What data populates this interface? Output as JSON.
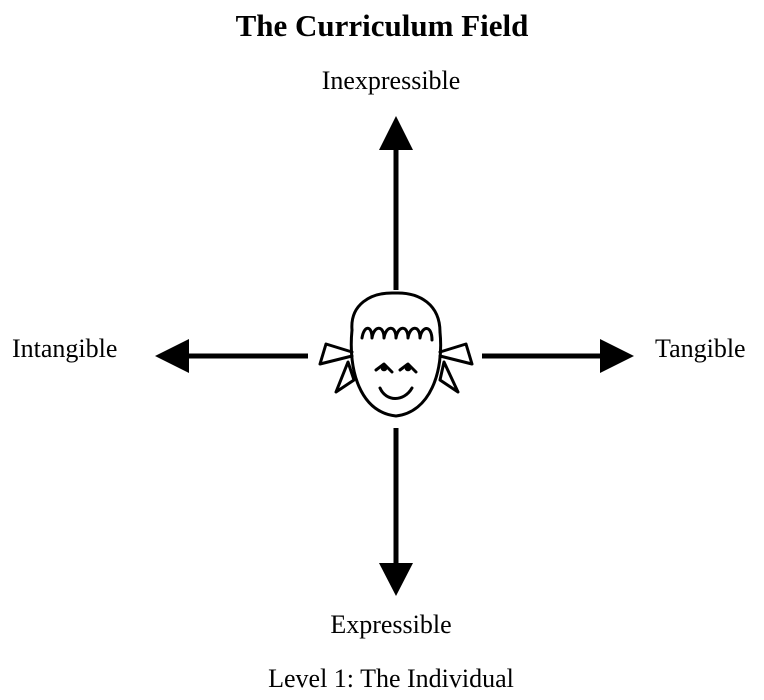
{
  "title": "The Curriculum Field",
  "axes": {
    "top": "Inexpressible",
    "bottom": "Expressible",
    "left": "Intangible",
    "right": "Tangible"
  },
  "caption": "Level 1: The Individual",
  "center_icon": "child-face-icon"
}
